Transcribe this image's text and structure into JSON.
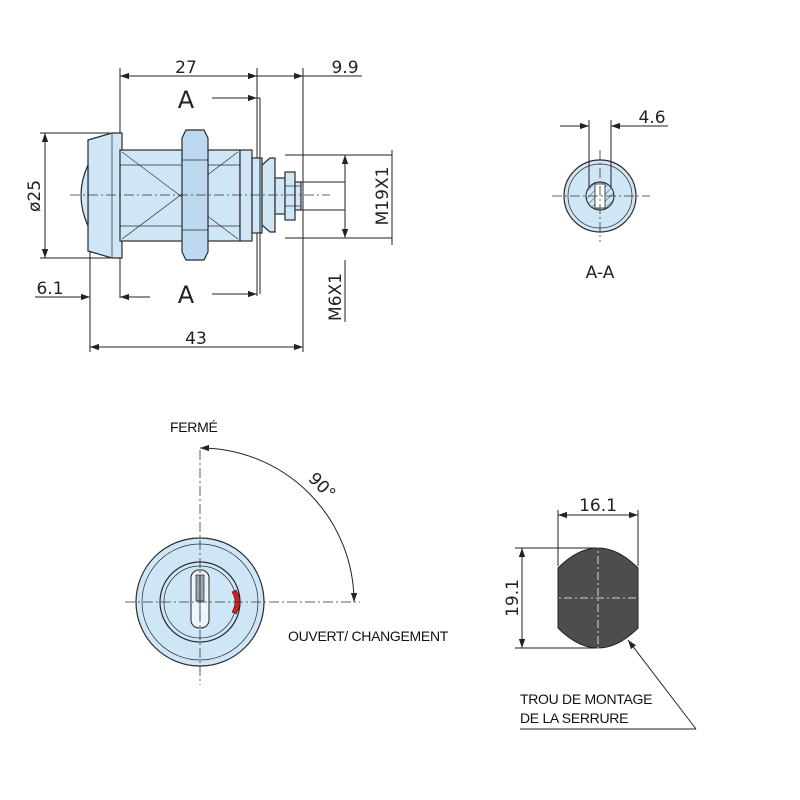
{
  "side_view": {
    "dim_27": "27",
    "dim_9_9": "9.9",
    "dim_25": "ø25",
    "dim_6_1": "6.1",
    "dim_43": "43",
    "thread_m19": "M19X1",
    "thread_m6": "M6X1",
    "section_mark_top": "A",
    "section_mark_bottom": "A"
  },
  "section_view": {
    "dim_4_6": "4.6",
    "label": "A-A"
  },
  "front_view": {
    "closed_label": "FERMÉ",
    "angle_label": "90°",
    "open_label": "OUVERT/ CHANGEMENT",
    "indicator_color": "#d21f1f"
  },
  "mounting_hole": {
    "dim_16_1": "16.1",
    "dim_19_1": "19.1",
    "note_line1": "TROU DE MONTAGE",
    "note_line2": "DE LA SERRURE",
    "hole_color": "#4d4d4d"
  },
  "colors": {
    "part_fill": "#cfe6f7",
    "line": "#222222"
  }
}
